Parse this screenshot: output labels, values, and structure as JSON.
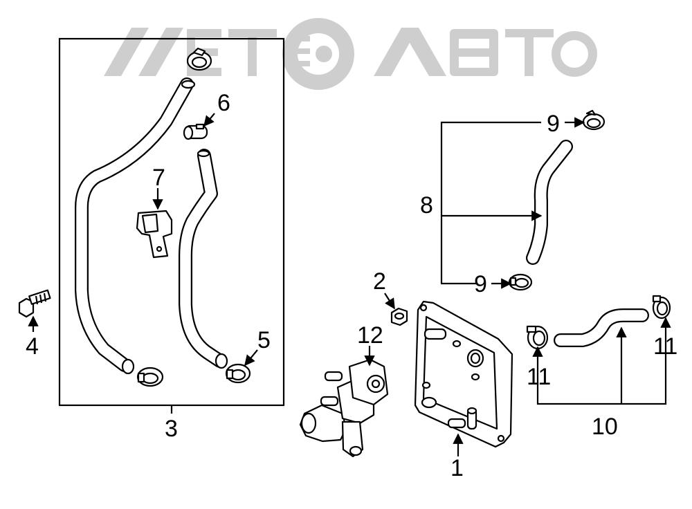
{
  "watermark": {
    "text": "ΛΛΕΤ⚙ΛΒΤΟ",
    "color": "#c8c8c8"
  },
  "callouts": {
    "n1": "1",
    "n2": "2",
    "n3": "3",
    "n4": "4",
    "n5": "5",
    "n6": "6",
    "n7": "7",
    "n8": "8",
    "n9a": "9",
    "n9b": "9",
    "n10": "10",
    "n11a": "11",
    "n11b": "11",
    "n12": "12"
  },
  "colors": {
    "line": "#000000",
    "fill": "#ffffff"
  }
}
